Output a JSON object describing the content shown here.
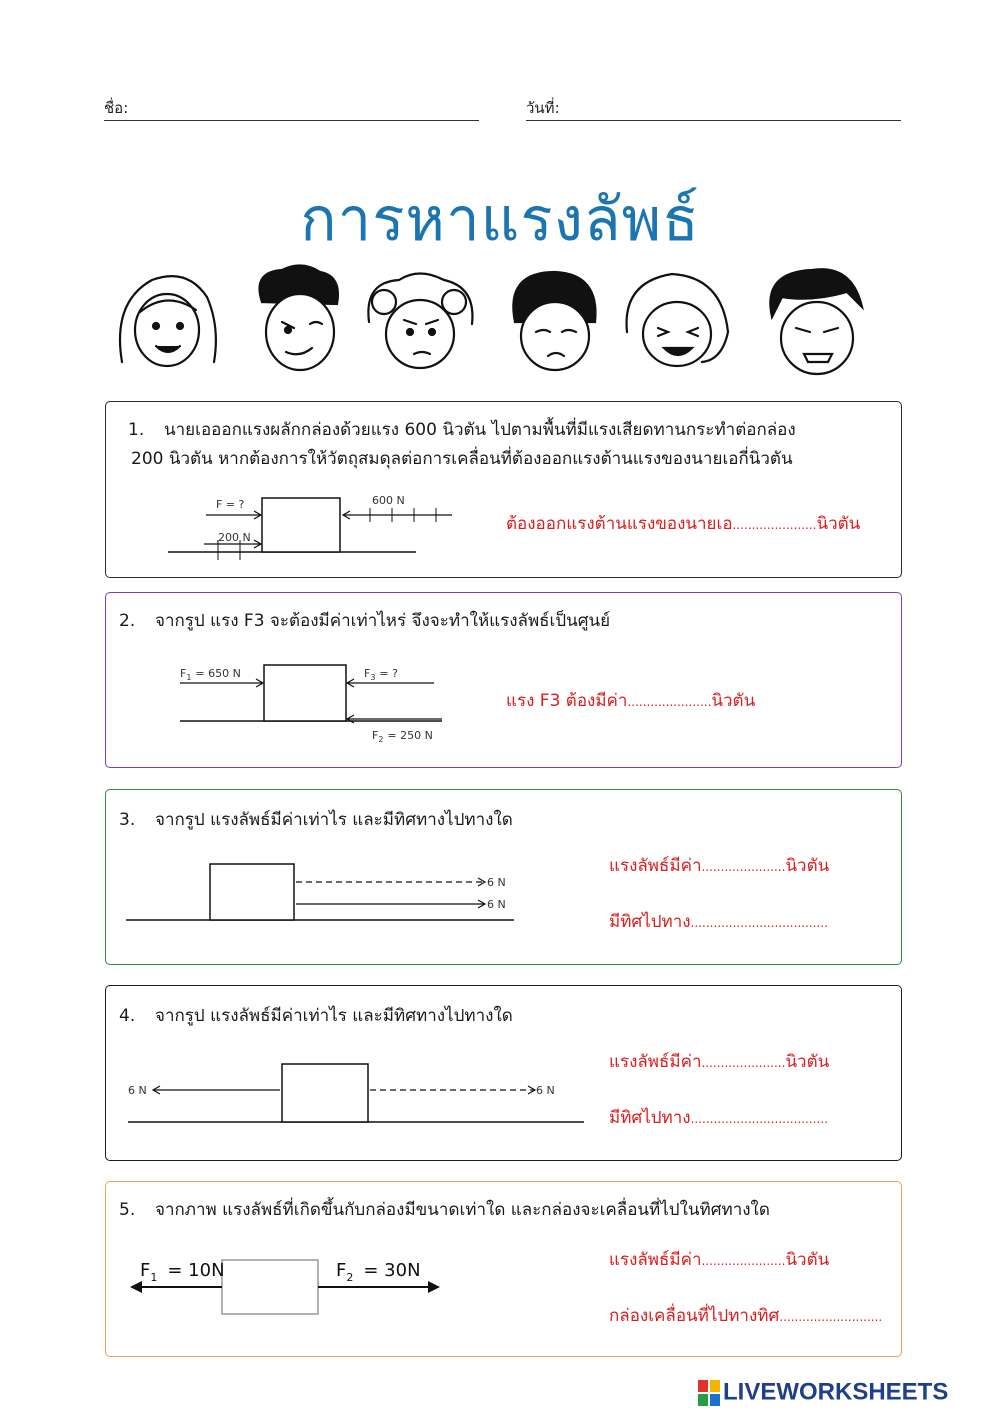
{
  "header": {
    "name_label": "ชื่อ:",
    "date_label": "วันที่:"
  },
  "title": "การหาแรงลัพธ์",
  "questions": [
    {
      "number": "1.",
      "text_line1": "นายเอออกแรงผลักกล่องด้วยแรง 600 นิวตัน ไปตามพื้นที่มีแรงเสียดทานกระทำต่อกล่อง",
      "text_line2": "200 นิวตัน หากต้องการให้วัตถุสมดุลต่อการเคลื่อนที่ต้องออกแรงต้านแรงของนายเอกี่นิวตัน",
      "answer_pre": "ต้องออกแรงต้านแรงของนายเอ",
      "answer_dots": "......................",
      "answer_post": "นิวตัน",
      "diagram": {
        "f_label": "F = ?",
        "push_label": "600 N",
        "friction_label": "200 N"
      },
      "border_color": "#2b2b2b"
    },
    {
      "number": "2.",
      "text_line1": "จากรูป แรง F3 จะต้องมีค่าเท่าไหร่ จึงจะทำให้แรงลัพธ์เป็นศูนย์",
      "answer_pre": "แรง F3 ต้องมีค่า",
      "answer_dots": "......................",
      "answer_post": "นิวตัน",
      "diagram": {
        "f1_sym": "F",
        "f1_sub": "1",
        "f1_val": "= 650 N",
        "f3_sym": "F",
        "f3_sub": "3",
        "f3_val": "= ?",
        "f2_sym": "F",
        "f2_sub": "2",
        "f2_val": "= 250 N"
      },
      "border_color": "#7b3fb7"
    },
    {
      "number": "3.",
      "text_line1": "จากรูป แรงลัพธ์มีค่าเท่าไร และมีทิศทางไปทางใด",
      "answer1_pre": "แรงลัพธ์มีค่า",
      "answer1_dots": "......................",
      "answer1_post": "นิวตัน",
      "answer2_pre": "มีทิศไปทาง",
      "answer2_dots": "....................................",
      "diagram": {
        "f_dashed": "6 N",
        "f_solid": "6 N"
      },
      "border_color": "#2e8a3e"
    },
    {
      "number": "4.",
      "text_line1": "จากรูป แรงลัพธ์มีค่าเท่าไร และมีทิศทางไปทางใด",
      "answer1_pre": "แรงลัพธ์มีค่า",
      "answer1_dots": "......................",
      "answer1_post": "นิวตัน",
      "answer2_pre": "มีทิศไปทาง",
      "answer2_dots": "....................................",
      "diagram": {
        "f_left": "6 N",
        "f_right": "6 N"
      },
      "border_color": "#1a1a1a"
    },
    {
      "number": "5.",
      "text_line1": "จากภาพ แรงลัพธ์ที่เกิดขึ้นกับกล่องมีขนาดเท่าใด และกล่องจะเคลื่อนที่ไปในทิศทางใด",
      "answer1_pre": "แรงลัพธ์มีค่า",
      "answer1_dots": "......................",
      "answer1_post": "นิวตัน",
      "answer2_pre": "กล่องเคลื่อนที่ไปทางทิศ",
      "answer2_dots": "...........................",
      "diagram": {
        "f1_sym": "F",
        "f1_sub": "1",
        "f1_val": "= 10N",
        "f2_sym": "F",
        "f2_sub": "2",
        "f2_val": "= 30N"
      },
      "border_color": "#f0a05a"
    }
  ],
  "watermark": "LIVEWORKSHEETS"
}
